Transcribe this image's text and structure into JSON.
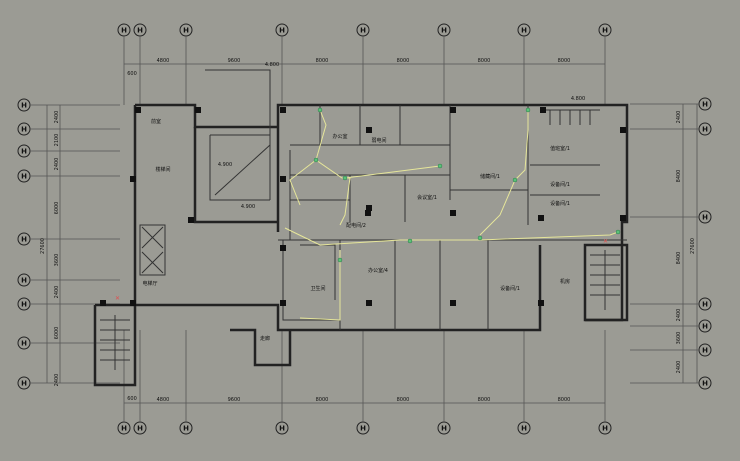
{
  "axis_label": "H",
  "top_dims": [
    "600",
    "4800",
    "9600",
    "8000",
    "8000",
    "8000",
    "8000"
  ],
  "left_dims": [
    "2400",
    "2100",
    "2400",
    "6000",
    "3600",
    "2400",
    "6000",
    "2400"
  ],
  "left_total": "27600",
  "right_dims": [
    "2400",
    "8400",
    "8400",
    "2400",
    "3600",
    "2400"
  ],
  "right_total": "27600",
  "elevations": [
    "4.800",
    "4.800",
    "4.900",
    "4.900"
  ],
  "rooms": [
    "办公室/4",
    "设备间/1",
    "储藏间/1",
    "配电间/2",
    "会议室/1",
    "弱电间",
    "办公室",
    "设备间/1",
    "设备间/1",
    "前室",
    "楼梯间",
    "值班室/1",
    "卫生间",
    "电梯厅",
    "机房",
    "走廊"
  ],
  "colors": {
    "background": "#9b9b94",
    "wire": "#e6e69a",
    "device": "#5dc07a",
    "fire": "#e05050"
  }
}
